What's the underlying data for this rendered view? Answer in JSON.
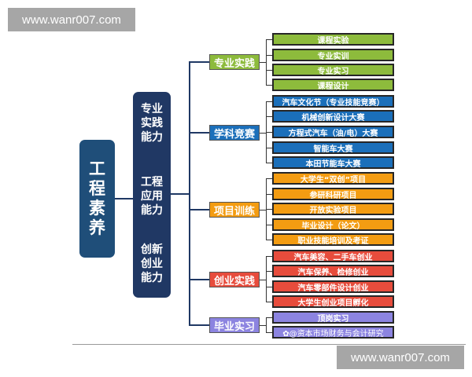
{
  "watermarks": {
    "top": "www.wanr007.com",
    "bottom": "www.wanr007.com"
  },
  "root": {
    "label": "工程素养",
    "chars": [
      "工",
      "程",
      "素",
      "养"
    ]
  },
  "abilities": [
    {
      "lines": [
        "专业",
        "实践",
        "能力"
      ]
    },
    {
      "lines": [
        "工程",
        "应用",
        "能力"
      ]
    },
    {
      "lines": [
        "创新",
        "创业",
        "能力"
      ]
    }
  ],
  "categories": [
    {
      "label": "专业实践",
      "color": "#8dbb3c",
      "items": [
        "课程实验",
        "专业实训",
        "专业实习",
        "课程设计"
      ]
    },
    {
      "label": "学科竞赛",
      "color": "#1b6fba",
      "items": [
        "汽车文化节（专业技能竞赛）",
        "机械创新设计大赛",
        "方程式汽车（油/电）大赛",
        "智能车大赛",
        "本田节能车大赛"
      ]
    },
    {
      "label": "项目训练",
      "color": "#f39c12",
      "items": [
        "大学生“双创”项目",
        "参研科研项目",
        "开放实验项目",
        "毕业设计（论文）",
        "职业技能培训及考证"
      ]
    },
    {
      "label": "创业实践",
      "color": "#e74c3c",
      "items": [
        "汽车美容、二手车创业",
        "汽车保养、检修创业",
        "汽车零部件设计创业",
        "大学生创业项目孵化"
      ]
    },
    {
      "label": "毕业实习",
      "color": "#8c84e0",
      "items": [
        "顶岗实习",
        "✿@资本市场财务与会计研究"
      ]
    }
  ]
}
